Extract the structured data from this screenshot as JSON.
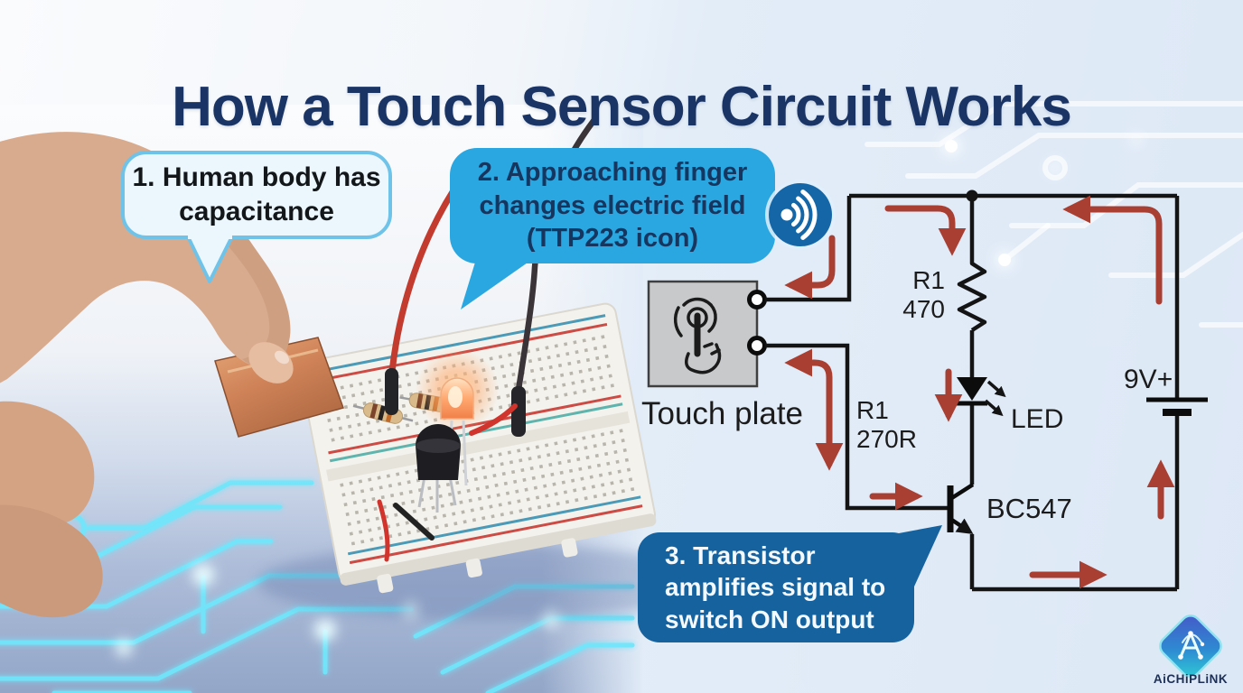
{
  "title": "How a Touch Sensor Circuit Works",
  "callouts": {
    "step1": {
      "lines": [
        "1. Human body has",
        "capacitance"
      ]
    },
    "step2": {
      "lines": [
        "2. Approaching finger",
        "changes electric field",
        "(TTP223 icon)"
      ]
    },
    "step3": {
      "lines": [
        "3. Transistor",
        "amplifies signal to",
        "switch ON output"
      ]
    }
  },
  "schematic": {
    "touch_plate_label": "Touch plate",
    "base_resistor": {
      "name": "R1",
      "value": "270R"
    },
    "led_resistor": {
      "name": "R1",
      "value": "470"
    },
    "led_label": "LED",
    "transistor_label": "BC547",
    "battery_label": "9V+"
  },
  "branding": {
    "name": "AiCHiPLiNK"
  },
  "icons": {
    "signal": "signal-waves-icon",
    "touch": "touch-gesture-icon",
    "logo": "aichiplink-diamond-logo"
  },
  "colors": {
    "title": "#1a3565",
    "arrow": "#a93f33",
    "wire": "#141414",
    "callout1_fill": "#ebf6fd",
    "callout1_border": "#6fc3e8",
    "callout2_fill": "#2aa7e0",
    "callout3_fill": "#15629f",
    "trace_glow": "#6fe6fb",
    "copper": "#cf8257",
    "led_glow": "#ff9a5e"
  }
}
